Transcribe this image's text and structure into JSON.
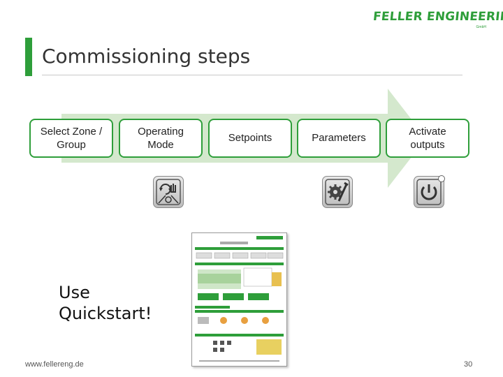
{
  "logo": {
    "text": "FELLER ENGINEERING",
    "sub": "GmbH"
  },
  "slide": {
    "title": "Commissioning steps"
  },
  "steps": [
    {
      "label": "Select Zone /\nGroup"
    },
    {
      "label": "Operating\nMode"
    },
    {
      "label": "Setpoints"
    },
    {
      "label": "Parameters"
    },
    {
      "label": "Activate\noutputs"
    }
  ],
  "icons": [
    "manual-auto-mode-icon",
    "gear-wrench-icon",
    "power-button-icon"
  ],
  "callout": {
    "text": "Use\nQuickstart!"
  },
  "footer": {
    "url": "www.fellereng.de",
    "page": "30"
  },
  "colors": {
    "accent": "#2e9e3a",
    "arrow": "#d4e8cd"
  }
}
